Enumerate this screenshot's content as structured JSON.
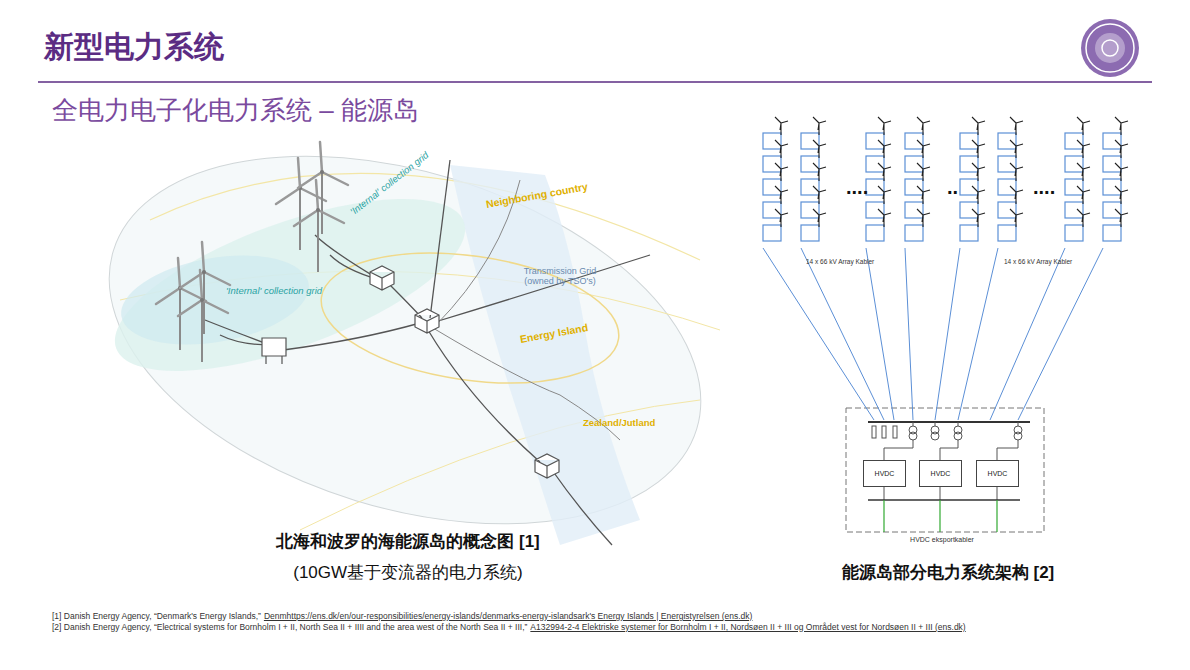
{
  "diagram": {
    "title": "新型电力系统",
    "nodes": [
      {
        "text": [
          "HVDC"
        ]
      },
      {
        "text": [
          "HVDC"
        ]
      },
      {
        "text": [
          "HVDC"
        ]
      }
    ],
    "labels": [
      "全电力电子化电力系统 – 能源岛",
      "'Internal' collection grid",
      "'Internal' collection grid",
      "Neighboring country",
      "Transmission Grid (owned by TSO's)",
      "Energy Island",
      "Zealand/Jutland",
      "北海和波罗的海能源岛的概念图 [1]",
      "(10GW基于变流器的电力系统)",
      "14 x 66 kV Array Kabler",
      "14 x 66 kV Array Kabler",
      "....",
      "..",
      "....",
      "HVDC eksportkabler",
      "能源岛部分电力系统架构 [2]",
      "[1] Danish Energy Agency, “Denmark's Energy Islands,”",
      "Denmhttps://ens.dk/en/our-responsibilities/energy-islands/denmarks-energy-islandsark's Energy Islands | Energistyrelsen (ens.dk)",
      "[2] Danish Energy Agency, “Electrical systems for Bornholm I + II, North Sea II + IIII and the area west of the North Sea II + III,”",
      "A132994-2-4 Elektriske systemer for Bornholm I + II, Nordsøen II + III og Området vest for Nordsøen II + III (ens.dk)"
    ]
  }
}
